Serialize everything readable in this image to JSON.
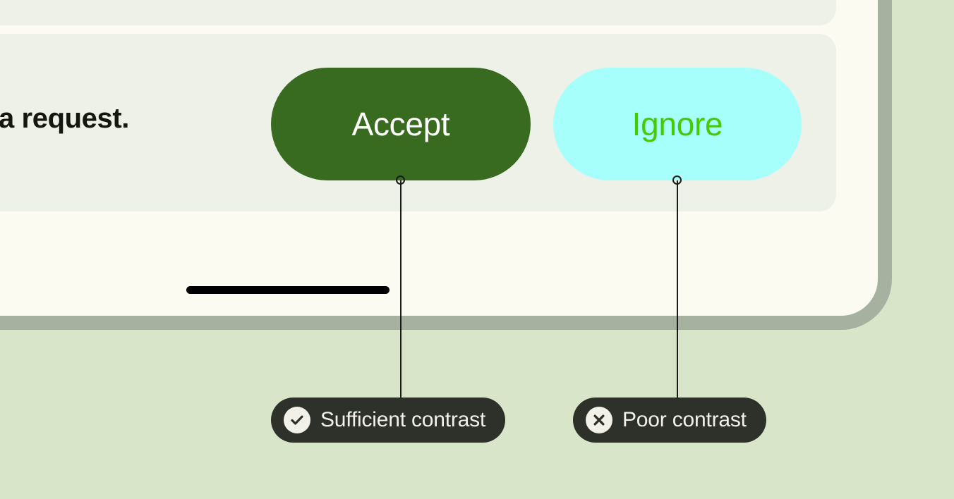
{
  "colors": {
    "page_background": "#d9e5c8",
    "outer_card_background": "#fbfbf2",
    "outer_card_border": "#a7b1a0",
    "inner_card_background": "#eef1e8",
    "accept_button_background": "#386b20",
    "accept_button_text": "#ffffff",
    "ignore_button_background": "#a6fffa",
    "ignore_button_text": "#44cc00",
    "badge_background": "#2e302a",
    "badge_text": "#f2f1e8",
    "body_text": "#15170f",
    "leader_line": "#1a1a17",
    "divider_rule": "#000000"
  },
  "card": {
    "body_text_fragment": "a request."
  },
  "actions": {
    "accept": {
      "label": "Accept",
      "icon": "accept-button"
    },
    "ignore": {
      "label": "Ignore",
      "icon": "ignore-button"
    }
  },
  "annotations": [
    {
      "id": "sufficient",
      "label": "Sufficient contrast",
      "icon": "check-circle-icon",
      "target": "Accept"
    },
    {
      "id": "poor",
      "label": "Poor contrast",
      "icon": "x-circle-icon",
      "target": "Ignore"
    }
  ]
}
